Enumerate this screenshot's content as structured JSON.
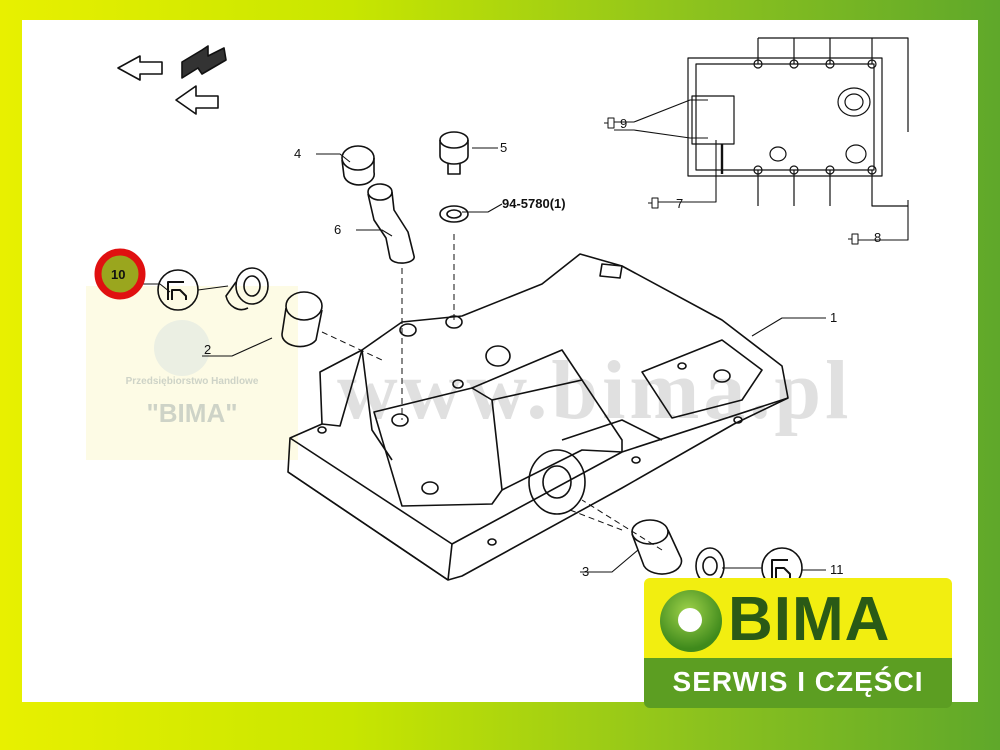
{
  "diagram": {
    "callouts": {
      "c1": "1",
      "c2": "2",
      "c3": "3",
      "c4": "4",
      "c5": "5",
      "c6": "6",
      "c7": "7",
      "c8": "8",
      "c9": "9",
      "c10": "10",
      "c11": "11",
      "ref": "94-5780(1)"
    },
    "watermark": "www.bima.pl",
    "stamp": {
      "line1": "Przedsiębiorstwo Handlowe",
      "line2": "\"BIMA\""
    }
  },
  "logo": {
    "name": "BIMA",
    "tagline": "SERWIS I CZĘŚCI"
  },
  "colors": {
    "border_left": "#e8f000",
    "border_right": "#5fa82a",
    "highlight_ring": "#e01010",
    "highlight_fill": "#9aa61e",
    "logo_yellow": "#f2ee10",
    "logo_green": "#5c9e22"
  }
}
